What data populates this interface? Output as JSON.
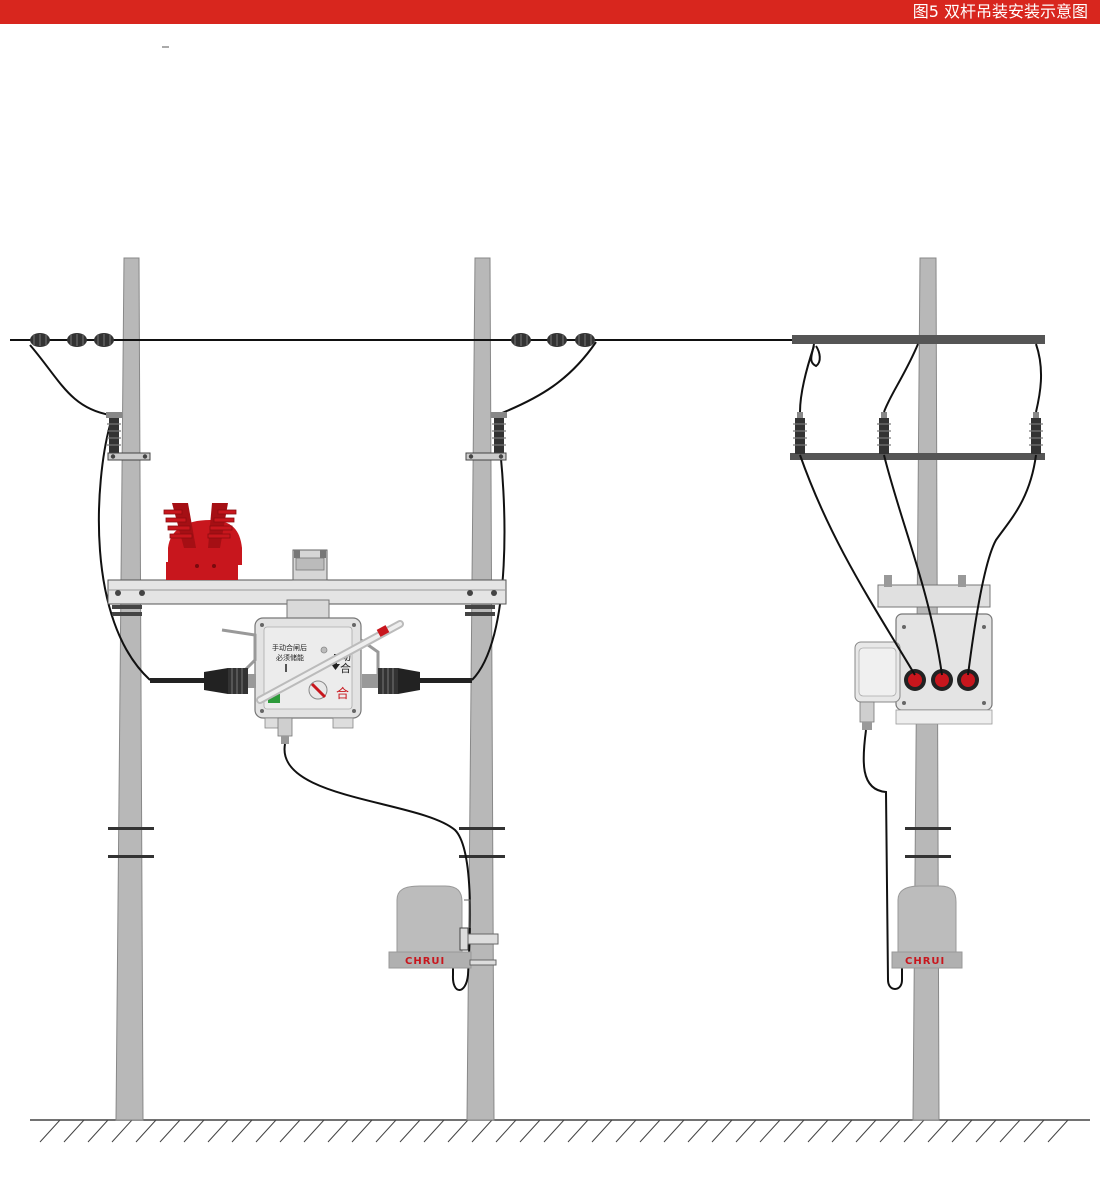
{
  "header": {
    "title": "图5 双杆吊装安装示意图"
  },
  "switch_panel": {
    "label_manual_line1": "手动合闸后",
    "label_manual_line2": "必须储能",
    "label_open": "动",
    "label_close": "合",
    "label_close_main": "合"
  },
  "controller": {
    "brand": "CHRUI"
  },
  "colors": {
    "accent": "#d8261e",
    "pole": "#b8b8b8",
    "crossarm": "#555555",
    "insulator": "#444444",
    "cable": "#111111",
    "pt_body": "#c8161d",
    "equipment": "#d9d9d9"
  }
}
